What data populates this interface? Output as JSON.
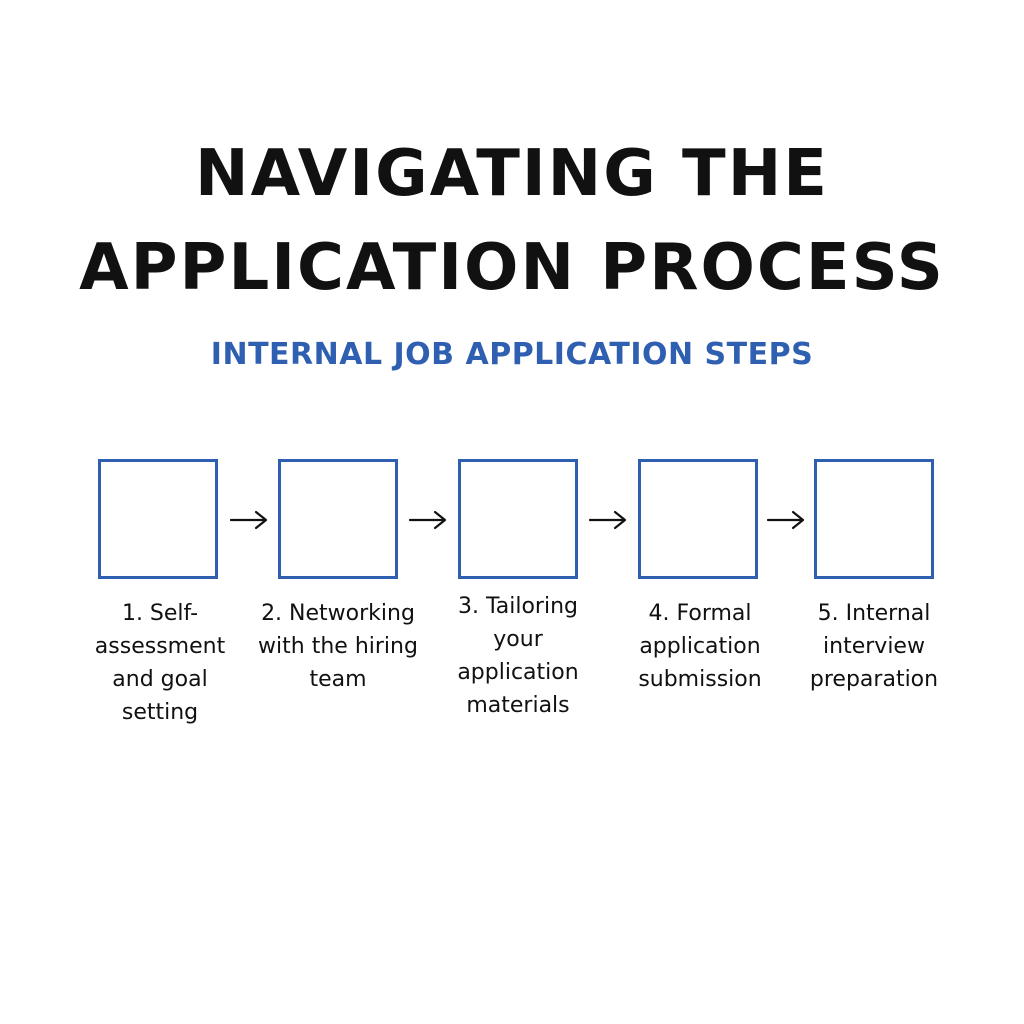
{
  "header": {
    "title_line1": "NAVIGATING THE",
    "title_line2": "APPLICATION PROCESS",
    "subtitle": "INTERNAL JOB APPLICATION STEPS"
  },
  "colors": {
    "accent": "#2f5fb0",
    "text": "#111111",
    "background": "#ffffff"
  },
  "steps": [
    {
      "lines": [
        "1. Self-assessment",
        "and goal",
        "setting"
      ]
    },
    {
      "lines": [
        "2. Networking",
        "with the hiring",
        "team"
      ]
    },
    {
      "lines": [
        "3. Tailoring",
        "your",
        "application",
        "materials"
      ]
    },
    {
      "lines": [
        "4. Formal",
        "application",
        "submission"
      ]
    },
    {
      "lines": [
        "5. Internal",
        "interview",
        "preparation"
      ]
    }
  ]
}
